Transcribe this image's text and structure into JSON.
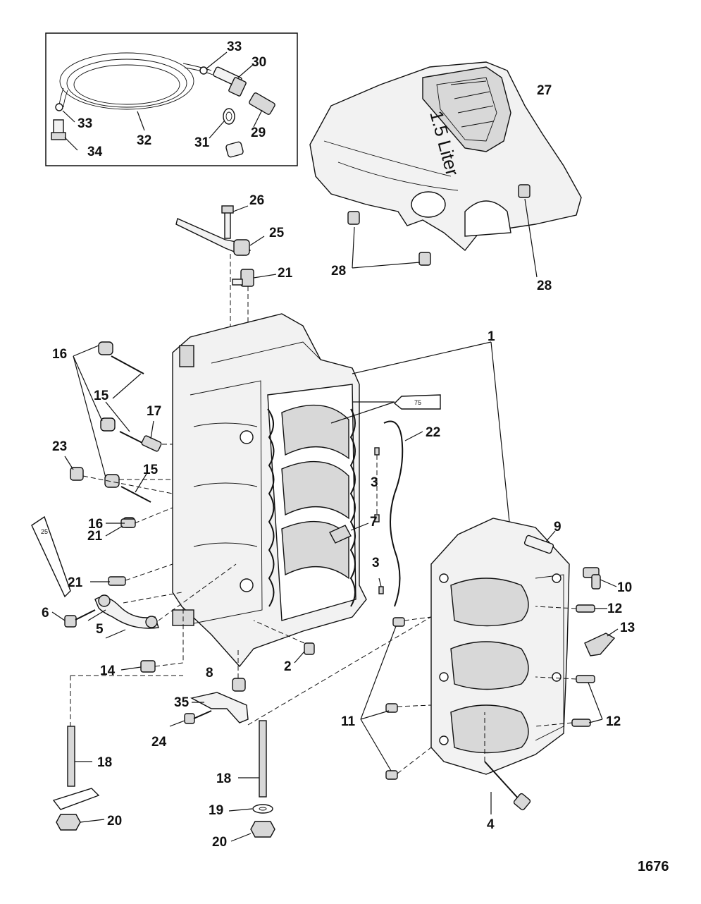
{
  "figure_number": "1676",
  "sealant_tubes": [
    {
      "id": "tube-75",
      "text": "75"
    },
    {
      "id": "tube-25",
      "text": "25"
    }
  ],
  "cover_text": "1.5 Liter",
  "callouts": [
    {
      "id": "c1",
      "label": "1"
    },
    {
      "id": "c2",
      "label": "2"
    },
    {
      "id": "c3a",
      "label": "3"
    },
    {
      "id": "c3b",
      "label": "3"
    },
    {
      "id": "c4",
      "label": "4"
    },
    {
      "id": "c5",
      "label": "5"
    },
    {
      "id": "c6",
      "label": "6"
    },
    {
      "id": "c7",
      "label": "7"
    },
    {
      "id": "c8",
      "label": "8"
    },
    {
      "id": "c9",
      "label": "9"
    },
    {
      "id": "c10",
      "label": "10"
    },
    {
      "id": "c11",
      "label": "11"
    },
    {
      "id": "c12a",
      "label": "12"
    },
    {
      "id": "c12b",
      "label": "12"
    },
    {
      "id": "c13",
      "label": "13"
    },
    {
      "id": "c14",
      "label": "14"
    },
    {
      "id": "c15a",
      "label": "15"
    },
    {
      "id": "c15b",
      "label": "15"
    },
    {
      "id": "c16a",
      "label": "16"
    },
    {
      "id": "c16b",
      "label": "16"
    },
    {
      "id": "c17",
      "label": "17"
    },
    {
      "id": "c18a",
      "label": "18"
    },
    {
      "id": "c18b",
      "label": "18"
    },
    {
      "id": "c19",
      "label": "19"
    },
    {
      "id": "c20a",
      "label": "20"
    },
    {
      "id": "c20b",
      "label": "20"
    },
    {
      "id": "c21a",
      "label": "21"
    },
    {
      "id": "c21b",
      "label": "21"
    },
    {
      "id": "c21c",
      "label": "21"
    },
    {
      "id": "c22",
      "label": "22"
    },
    {
      "id": "c23",
      "label": "23"
    },
    {
      "id": "c24",
      "label": "24"
    },
    {
      "id": "c25",
      "label": "25"
    },
    {
      "id": "c26",
      "label": "26"
    },
    {
      "id": "c27",
      "label": "27"
    },
    {
      "id": "c28a",
      "label": "28"
    },
    {
      "id": "c28b",
      "label": "28"
    },
    {
      "id": "c29",
      "label": "29"
    },
    {
      "id": "c30",
      "label": "30"
    },
    {
      "id": "c31",
      "label": "31"
    },
    {
      "id": "c32",
      "label": "32"
    },
    {
      "id": "c33a",
      "label": "33"
    },
    {
      "id": "c33b",
      "label": "33"
    },
    {
      "id": "c34",
      "label": "34"
    },
    {
      "id": "c35",
      "label": "35"
    }
  ]
}
